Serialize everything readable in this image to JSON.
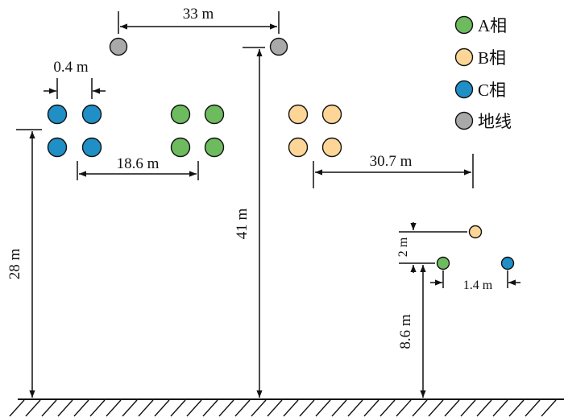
{
  "colors": {
    "phase_a": "#6dbb5e",
    "phase_b": "#fdd597",
    "phase_c": "#1f8fc6",
    "ground": "#a9a9a9"
  },
  "legend": [
    {
      "label": "A相",
      "color_key": "phase_a"
    },
    {
      "label": "B相",
      "color_key": "phase_b"
    },
    {
      "label": "C相",
      "color_key": "phase_c"
    },
    {
      "label": "地线",
      "color_key": "ground"
    }
  ],
  "dimensions": {
    "ground_wire_spacing": "33 m",
    "subconductor_spacing": "0.4 m",
    "phase_spacing_large": "18.6 m",
    "tower_height_phase": "28 m",
    "tower_height_ground": "41 m",
    "line_separation": "30.7 m",
    "small_vertical_offset": "2 m",
    "small_horizontal_spacing": "1.4 m",
    "small_line_height": "8.6 m"
  }
}
